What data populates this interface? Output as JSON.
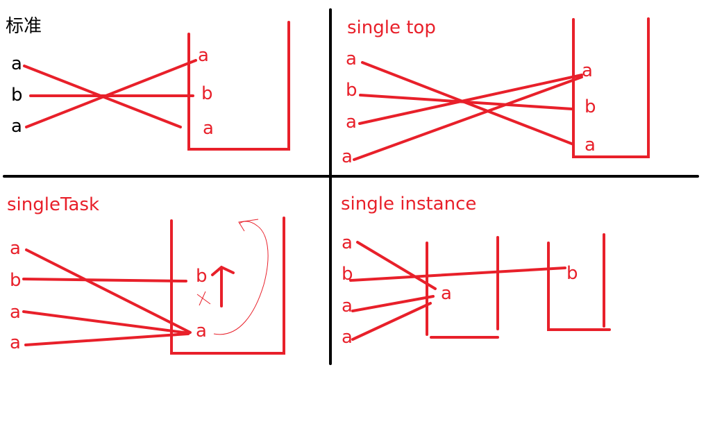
{
  "colors": {
    "red": "#e8202a",
    "black": "#000000"
  },
  "quadrants": {
    "standard": {
      "title": "标准",
      "left_labels": [
        "a",
        "b",
        "a"
      ],
      "stack_labels": [
        "a",
        "b",
        "a"
      ]
    },
    "single_top": {
      "title": "single top",
      "left_labels": [
        "a",
        "b",
        "a",
        "a"
      ],
      "stack_labels": [
        "a",
        "b",
        "a"
      ]
    },
    "single_task": {
      "title": "singleTask",
      "left_labels": [
        "a",
        "b",
        "a",
        "a"
      ],
      "stack_labels": [
        "b",
        "a"
      ]
    },
    "single_instance": {
      "title": "single instance",
      "left_labels": [
        "a",
        "b",
        "a",
        "a"
      ],
      "stack1_labels": [
        "a"
      ],
      "stack2_labels": [
        "b"
      ]
    }
  }
}
